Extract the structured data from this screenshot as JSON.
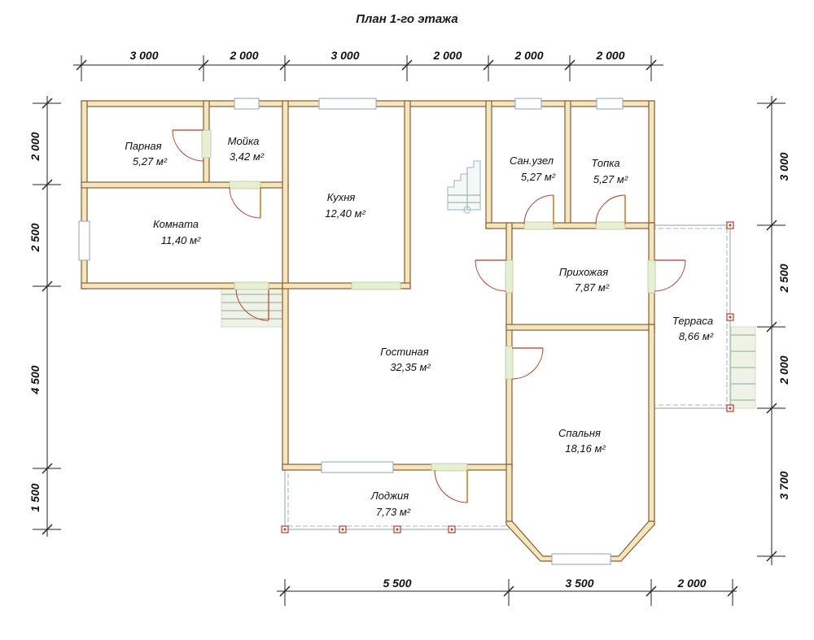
{
  "title": "План 1-го этажа",
  "top_dimensions": [
    "3 000",
    "2 000",
    "3 000",
    "2 000",
    "2 000",
    "2 000"
  ],
  "left_dimensions": [
    "2 000",
    "2 500",
    "4 500",
    "1 500"
  ],
  "right_dimensions": [
    "3 000",
    "2 500",
    "2 000",
    "3 700"
  ],
  "bottom_dimensions": [
    "5 500",
    "3 500",
    "2 000"
  ],
  "rooms": [
    {
      "key": "parnaya",
      "name": "Парная",
      "area": "5,27 м²"
    },
    {
      "key": "moyka",
      "name": "Мойка",
      "area": "3,42 м²"
    },
    {
      "key": "komnata",
      "name": "Комната",
      "area": "11,40 м²"
    },
    {
      "key": "kukhnya",
      "name": "Кухня",
      "area": "12,40 м²"
    },
    {
      "key": "sanuzel",
      "name": "Сан.узел",
      "area": "5,27 м²"
    },
    {
      "key": "topka",
      "name": "Топка",
      "area": "5,27 м²"
    },
    {
      "key": "prikhozhaya",
      "name": "Прихожая",
      "area": "7,87 м²"
    },
    {
      "key": "terrasa",
      "name": "Терраса",
      "area": "8,66 м²"
    },
    {
      "key": "gostinaya",
      "name": "Гостиная",
      "area": "32,35 м²"
    },
    {
      "key": "spalnya",
      "name": "Спальня",
      "area": "18,16 м²"
    },
    {
      "key": "lodzhiya",
      "name": "Лоджия",
      "area": "7,73 м²"
    }
  ],
  "colors": {
    "wall_fill": "#f3e6b8",
    "wall_stroke": "#8b5a3c",
    "opening": "#e6efd2",
    "door": "#c0392b",
    "window_frame": "#8fa4b5"
  }
}
